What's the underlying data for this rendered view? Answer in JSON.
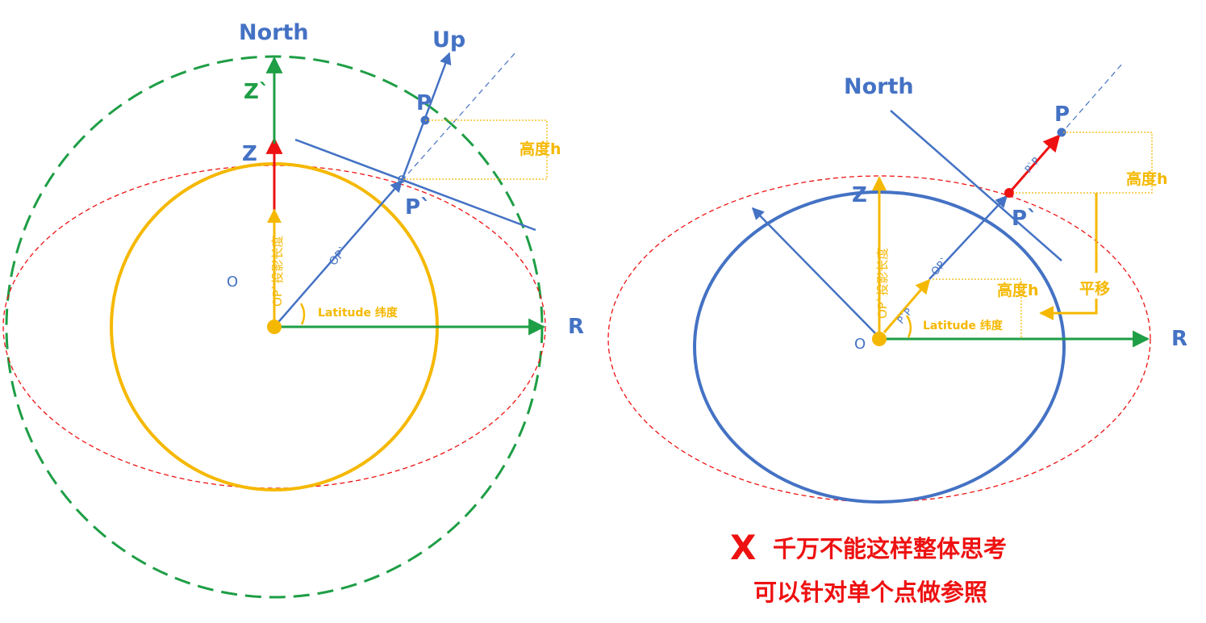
{
  "colors": {
    "blue": "#4472C4",
    "green": "#1E9E45",
    "gold": "#F5B800",
    "red": "#EE1111"
  },
  "left": {
    "north": "North",
    "up": "Up",
    "z_prime": "Z`",
    "z": "Z",
    "p": "P",
    "p_prime": "P`",
    "height": "高度h",
    "op_prime": "OP`",
    "proj_len": "OP`投影长度",
    "o": "O",
    "latitude": "Latitude 纬度",
    "r": "R"
  },
  "right": {
    "north": "North",
    "p": "P",
    "p_prime_p": "P`P",
    "height_top": "高度h",
    "z": "Z",
    "p_prime": "P`",
    "proj_len": "OP`投影长度",
    "op_prime": "OP`",
    "p_prime_p_lower": "P`P",
    "height_mid": "高度h",
    "translate": "平移",
    "o": "O",
    "latitude": "Latitude 纬度",
    "r": "R"
  },
  "warning": {
    "x_mark": "X",
    "line1": "千万不能这样整体思考",
    "line2": "可以针对单个点做参照"
  }
}
